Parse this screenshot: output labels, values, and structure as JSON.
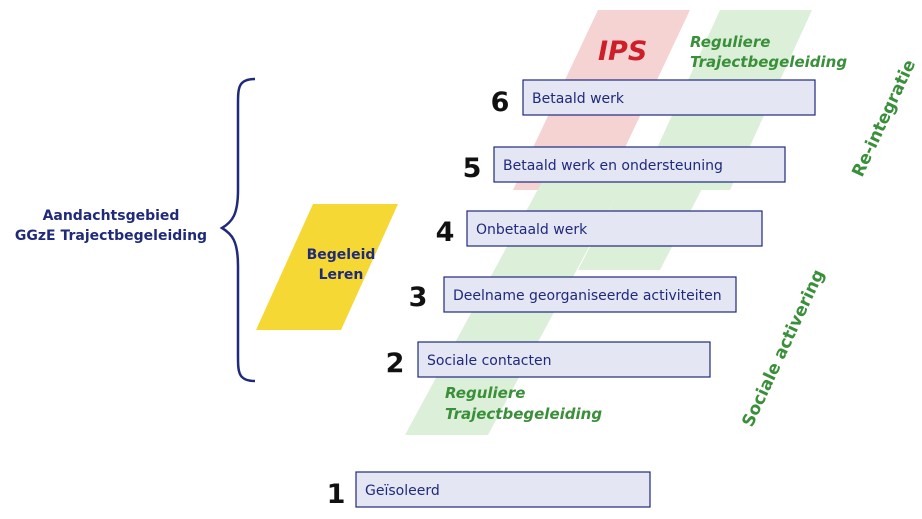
{
  "focus_area": {
    "line1": "Aandachtsgebied",
    "line2": "GGzE Trajectbegeleiding"
  },
  "begeleid_leren": {
    "line1": "Begeleid",
    "line2": "Leren",
    "color": "#f5d833"
  },
  "ips": {
    "label": "IPS",
    "color": "#cc1f2a",
    "band_color": "#f6d3d3"
  },
  "reguliere_top": {
    "line1": "Reguliere",
    "line2": "Trajectbegeleiding",
    "color": "#3a8f3a"
  },
  "reguliere_bottom": {
    "line1": "Reguliere",
    "line2": "Trajectbegeleiding",
    "color": "#3a8f3a"
  },
  "green_band_color": "#dcefd9",
  "re_integratie": "Re-integratie",
  "sociale_activering": "Sociale activering",
  "steps": [
    {
      "num": "6",
      "label": "Betaald werk"
    },
    {
      "num": "5",
      "label": "Betaald werk en ondersteuning"
    },
    {
      "num": "4",
      "label": "Onbetaald werk"
    },
    {
      "num": "3",
      "label": "Deelname georganiseerde activiteiten"
    },
    {
      "num": "2",
      "label": "Sociale contacten"
    },
    {
      "num": "1",
      "label": "Geïsoleerd"
    }
  ],
  "step_box_fill": "#e4e6f4",
  "step_box_stroke": "#1f2a7a"
}
